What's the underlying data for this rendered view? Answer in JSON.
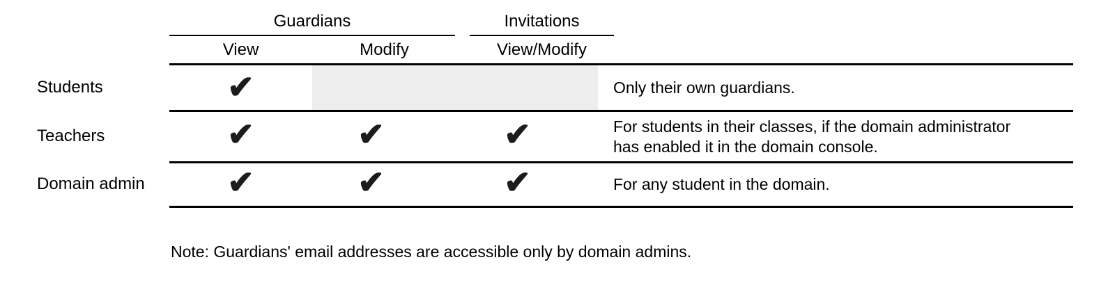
{
  "table": {
    "groups": [
      {
        "label": "Guardians"
      },
      {
        "label": "Invitations"
      }
    ],
    "columns": [
      {
        "label": "View"
      },
      {
        "label": "Modify"
      },
      {
        "label": "View/Modify"
      }
    ],
    "check_glyph": "✔",
    "rows": [
      {
        "label": "Students",
        "checks": {
          "view": true,
          "modify": false,
          "view_modify": false
        },
        "note_lines": [
          "Only their own guardians."
        ]
      },
      {
        "label": "Teachers",
        "checks": {
          "view": true,
          "modify": true,
          "view_modify": true
        },
        "note_lines": [
          "For students in their classes, if the domain administrator",
          "has enabled it in the domain console."
        ]
      },
      {
        "label": "Domain admin",
        "checks": {
          "view": true,
          "modify": true,
          "view_modify": true
        },
        "note_lines": [
          "For any student in the domain."
        ]
      }
    ]
  },
  "footnote": "Note: Guardians' email addresses are accessible only by domain admins.",
  "colors": {
    "background": "#ffffff",
    "text": "#000000",
    "line": "#000000",
    "disabled_cell": "#eeeeee",
    "check": "#1c1c1c"
  }
}
